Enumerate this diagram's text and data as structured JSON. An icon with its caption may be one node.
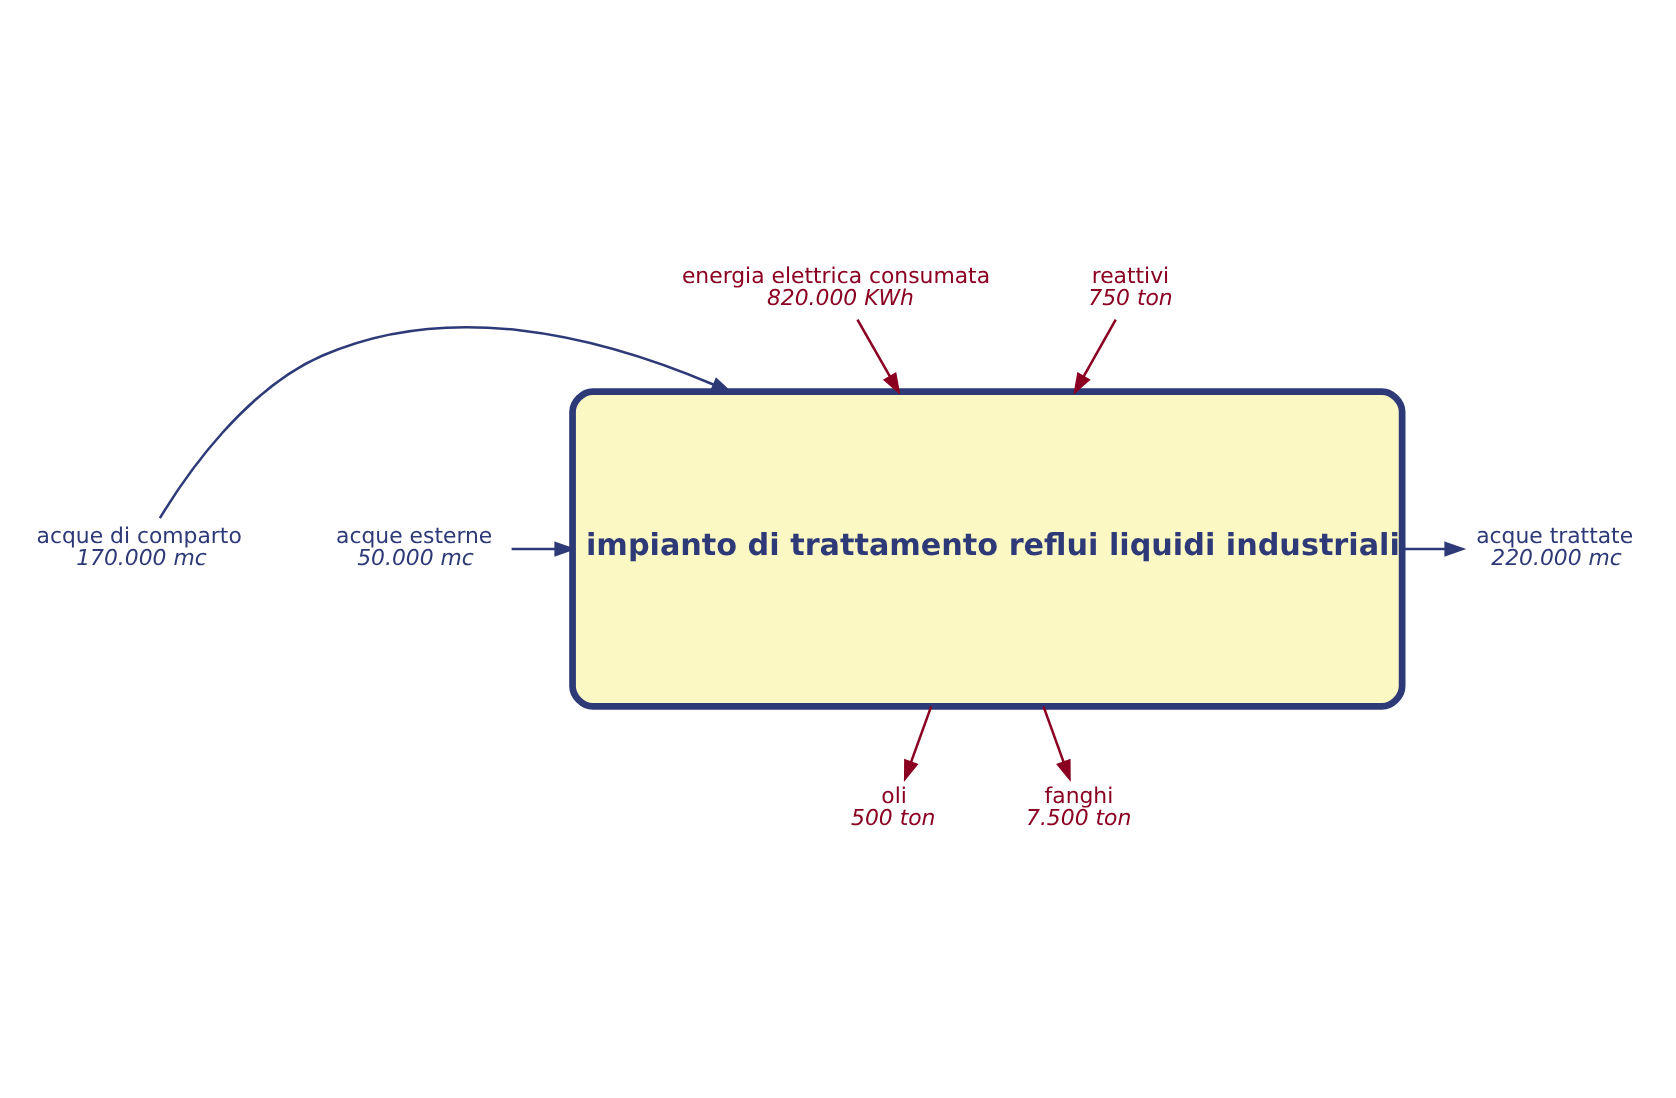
{
  "diagram": {
    "nodes": [
      {
        "text": [
          "impianto di trattamento reflui liquidi industriali"
        ]
      },
      {
        "text": [
          "energia elettrica consumata",
          "820.000 KWh"
        ]
      },
      {
        "text": [
          "reattivi",
          "750 ton"
        ]
      },
      {
        "text": [
          "acque di comparto",
          "170.000 mc"
        ]
      },
      {
        "text": [
          "acque esterne",
          "50.000 mc"
        ]
      },
      {
        "text": [
          "acque trattate",
          "220.000 mc"
        ]
      },
      {
        "text": [
          "oli",
          "500 ton"
        ]
      },
      {
        "text": [
          "fanghi",
          "7.500 ton"
        ]
      }
    ],
    "edges": [
      {
        "from": 1,
        "to": 0,
        "arrow": "to"
      },
      {
        "from": 2,
        "to": 0,
        "arrow": "to"
      },
      {
        "from": 3,
        "to": 0,
        "arrow": "to",
        "color": "#2e3a78"
      },
      {
        "from": 4,
        "to": 0,
        "arrow": "to",
        "color": "#2e3a78"
      },
      {
        "from": 0,
        "to": 5,
        "arrow": "to",
        "color": "#2e3a78"
      },
      {
        "from": 0,
        "to": 6,
        "arrow": "to"
      },
      {
        "from": 0,
        "to": 7,
        "arrow": "to"
      }
    ]
  }
}
